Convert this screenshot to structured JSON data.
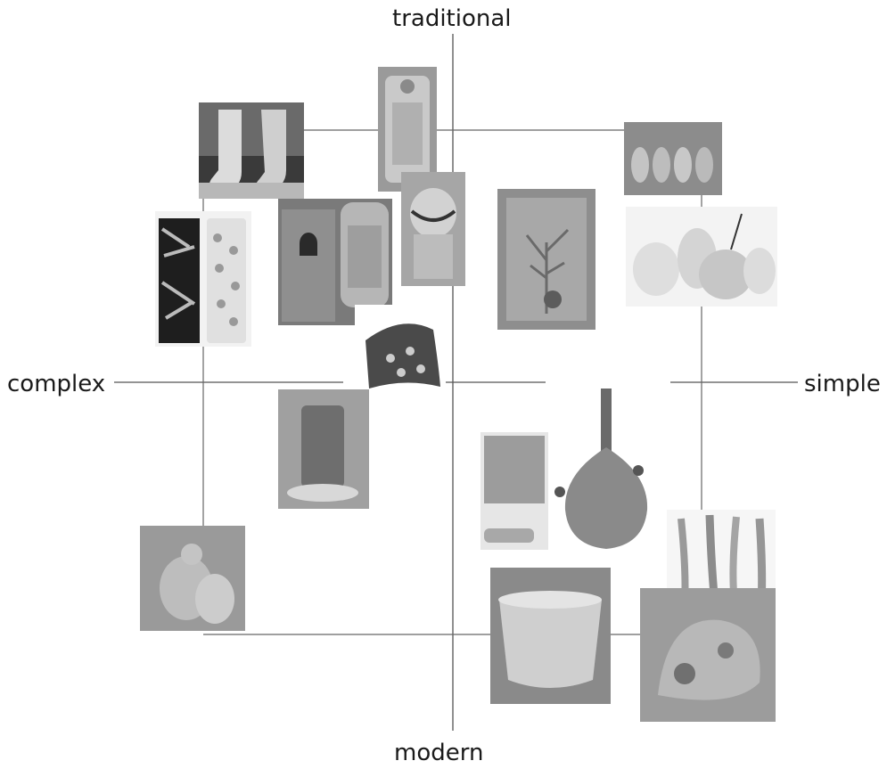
{
  "axes": {
    "top": "traditional",
    "bottom": "modern",
    "left": "complex",
    "right": "simple"
  },
  "photos": [
    {
      "name": "photo-embroidered-boots",
      "depicts": "pair of decorated boot-shaped vessels"
    },
    {
      "name": "photo-tall-panel-vessel",
      "depicts": "tall ornamented panel vessel"
    },
    {
      "name": "photo-row-of-bottles",
      "depicts": "row of small bottles"
    },
    {
      "name": "photo-pierced-cylinders",
      "depicts": "two pierced lace cylinders"
    },
    {
      "name": "photo-decorated-boxes",
      "depicts": "decorated boxes and cylinder"
    },
    {
      "name": "photo-round-bottle",
      "depicts": "round handled bottle"
    },
    {
      "name": "photo-tree-panel",
      "depicts": "panel with tree motif"
    },
    {
      "name": "photo-white-pears",
      "depicts": "white pear-shaped vessels"
    },
    {
      "name": "photo-fan-vessel",
      "depicts": "fan-shaped ornamented vessel"
    },
    {
      "name": "photo-textured-cylinder",
      "depicts": "textured cylinder on plate"
    },
    {
      "name": "photo-blocks",
      "depicts": "small textured blocks"
    },
    {
      "name": "photo-flask",
      "depicts": "flask with long neck"
    },
    {
      "name": "photo-gourds",
      "depicts": "patterned gourds"
    },
    {
      "name": "photo-tall-vases",
      "depicts": "slender tall vases"
    },
    {
      "name": "photo-bowl",
      "depicts": "wide bowl"
    },
    {
      "name": "photo-sculpted-form",
      "depicts": "sculpted organic form"
    }
  ]
}
